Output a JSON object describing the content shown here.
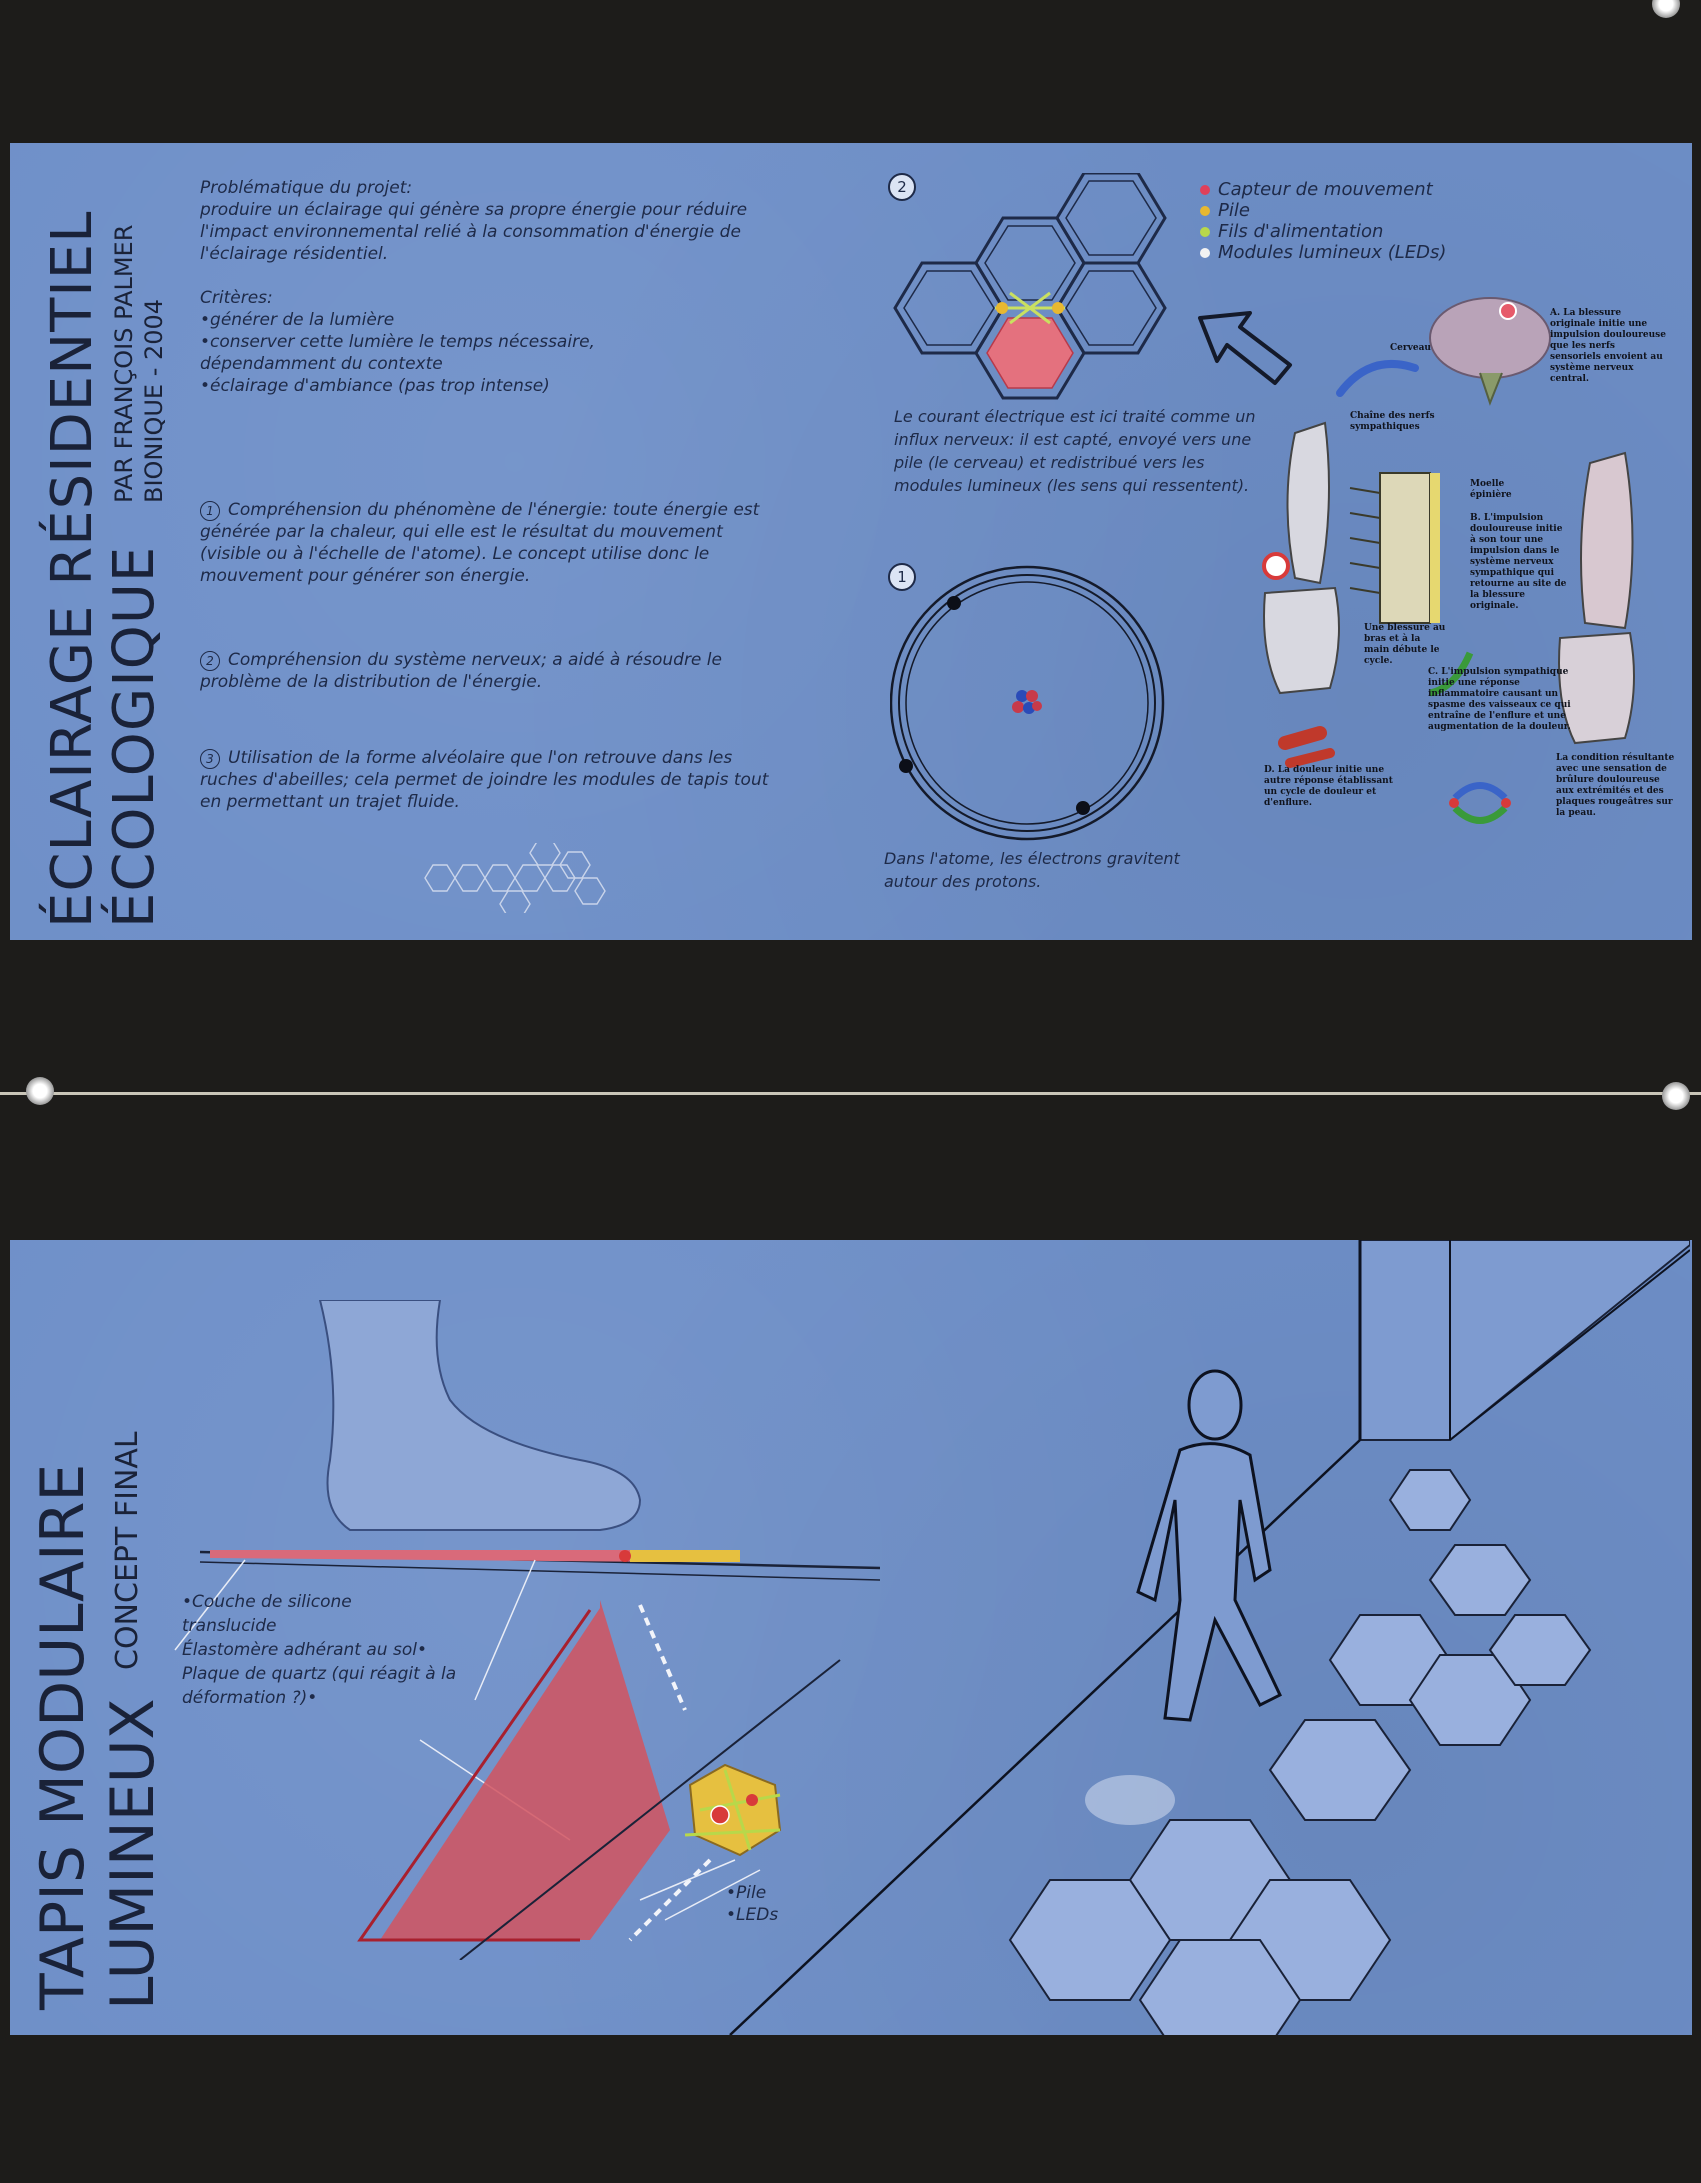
{
  "top": {
    "title_line1": "ÉCLAIRAGE RÉSIDENTIEL",
    "title_line2": "ÉCOLOGIQUE",
    "author_line1": "PAR FRANÇOIS PALMER",
    "author_line2": "BIONIQUE - 2004",
    "problem_heading": "Problématique du projet:",
    "problem_text": "produire un éclairage qui génère sa propre énergie pour réduire l'impact environnemental relié à la consommation d'énergie de l'éclairage résidentiel.",
    "criteria_heading": "Critères:",
    "criteria": [
      "•générer de la lumière",
      "•conserver cette lumière le temps nécessaire, dépendamment du contexte",
      "•éclairage d'ambiance (pas trop intense)"
    ],
    "points": [
      {
        "num": "1",
        "text": "Compréhension du phénomène de l'énergie: toute énergie est générée par la chaleur, qui elle est le résultat du mouvement (visible ou à l'échelle de l'atome). Le concept utilise donc le mouvement pour générer son énergie."
      },
      {
        "num": "2",
        "text": "Compréhension du système nerveux; a aidé à résoudre le problème de la distribution de l'énergie."
      },
      {
        "num": "3",
        "text": "Utilisation de la forme alvéolaire que l'on retrouve dans les ruches d'abeilles; cela permet de joindre les modules de tapis tout en permettant un trajet fluide."
      }
    ],
    "diagram2_num": "2",
    "diagram1_num": "1",
    "legend": [
      {
        "label": "Capteur de mouvement",
        "color": "#e0405a"
      },
      {
        "label": "Pile",
        "color": "#e8b830"
      },
      {
        "label": "Fils d'alimentation",
        "color": "#b8d84a"
      },
      {
        "label": "Modules lumineux (LEDs)",
        "color": "#f2f2f2"
      }
    ],
    "current_text": "Le courant électrique est ici traité comme un influx nerveux: il est capté, envoyé vers une pile (le cerveau) et redistribué vers les modules lumineux (les sens qui ressentent).",
    "atom_text": "Dans l'atome, les électrons gravitent autour des protons.",
    "nerve": {
      "a": "A. La blessure originale initie une impulsion douloureuse que les nerfs sensoriels envoient au système nerveux central.",
      "cerveau": "Cerveau",
      "chaine": "Chaîne des nerfs sympathiques",
      "moelle": "Moelle épinière",
      "b": "B. L'impulsion douloureuse initie à son tour une impulsion dans le système nerveux sympathique qui retourne au site de la blessure originale.",
      "blessure": "Une blessure au bras et à la main débute le cycle.",
      "c": "C. L'impulsion sympathique initie une réponse inflammatoire causant un spasme des vaisseaux ce qui entraîne de l'enflure et une augmentation de la douleur.",
      "d": "D. La douleur initie une autre réponse établissant un cycle de douleur et d'enflure.",
      "condition": "La condition résultante avec une sensation de brûlure douloureuse aux extrémités et des plaques rougeâtres sur la peau."
    }
  },
  "bottom": {
    "title_line1": "TAPIS MODULAIRE",
    "title_line2": "LUMINEUX",
    "subtitle": "CONCEPT FINAL",
    "layers": [
      "•Couche de silicone translucide",
      "Élastomère adhérant au sol•",
      "Plaque de quartz (qui réagit à la déformation ?)•"
    ],
    "pile_label": "•Pile",
    "leds_label": "•LEDs"
  },
  "colors": {
    "board": "#6e8fc8",
    "background": "#1d1c1a",
    "ink": "#1e2a48"
  }
}
